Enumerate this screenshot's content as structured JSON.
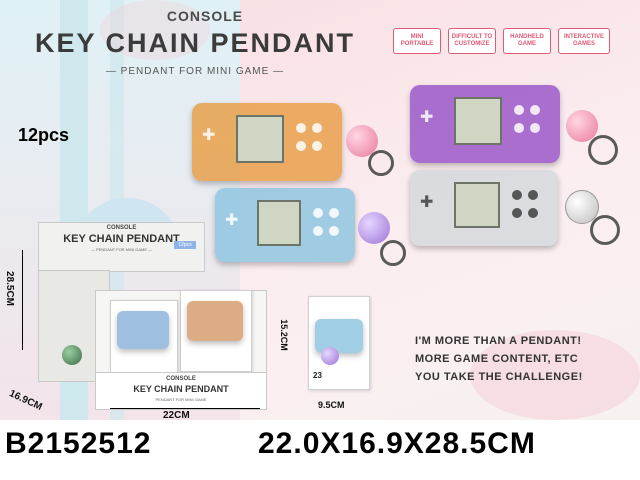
{
  "header": {
    "small_title": "CONSOLE",
    "big_title": "KEY CHAIN PENDANT",
    "subtitle": "— PENDANT FOR MINI GAME —"
  },
  "quantity": "12pcs",
  "tags": [
    "MINI PORTABLE",
    "DIFFICULT TO CUSTOMIZE",
    "HANDHELD GAME",
    "INTERACTIVE GAMES"
  ],
  "display_box": {
    "small_title": "CONSOLE",
    "big_title": "KEY CHAIN PENDANT",
    "subtitle": "— PENDANT FOR MINI GAME —",
    "badge": "12pcs",
    "front_small": "CONSOLE",
    "front_big": "KEY CHAIN PENDANT",
    "front_sub": "PENDANT FOR MINI GAME"
  },
  "card": {
    "number": "23"
  },
  "dimensions": {
    "height": "28.5CM",
    "depth": "16.9CM",
    "width": "22CM",
    "card_height": "15.2CM",
    "card_width": "9.5CM"
  },
  "slogan": [
    "I'M MORE THAN A PENDANT!",
    "MORE GAME CONTENT, ETC",
    "YOU TAKE THE CHALLENGE!"
  ],
  "footer": {
    "code": "B2152512",
    "size": "22.0X16.9X28.5CM"
  },
  "colors": {
    "orange": "#e8a04a",
    "purple": "#9a58c8",
    "blue": "#8ec5e0",
    "clear": "#d6d9dd",
    "tag_accent": "#e05a75"
  }
}
